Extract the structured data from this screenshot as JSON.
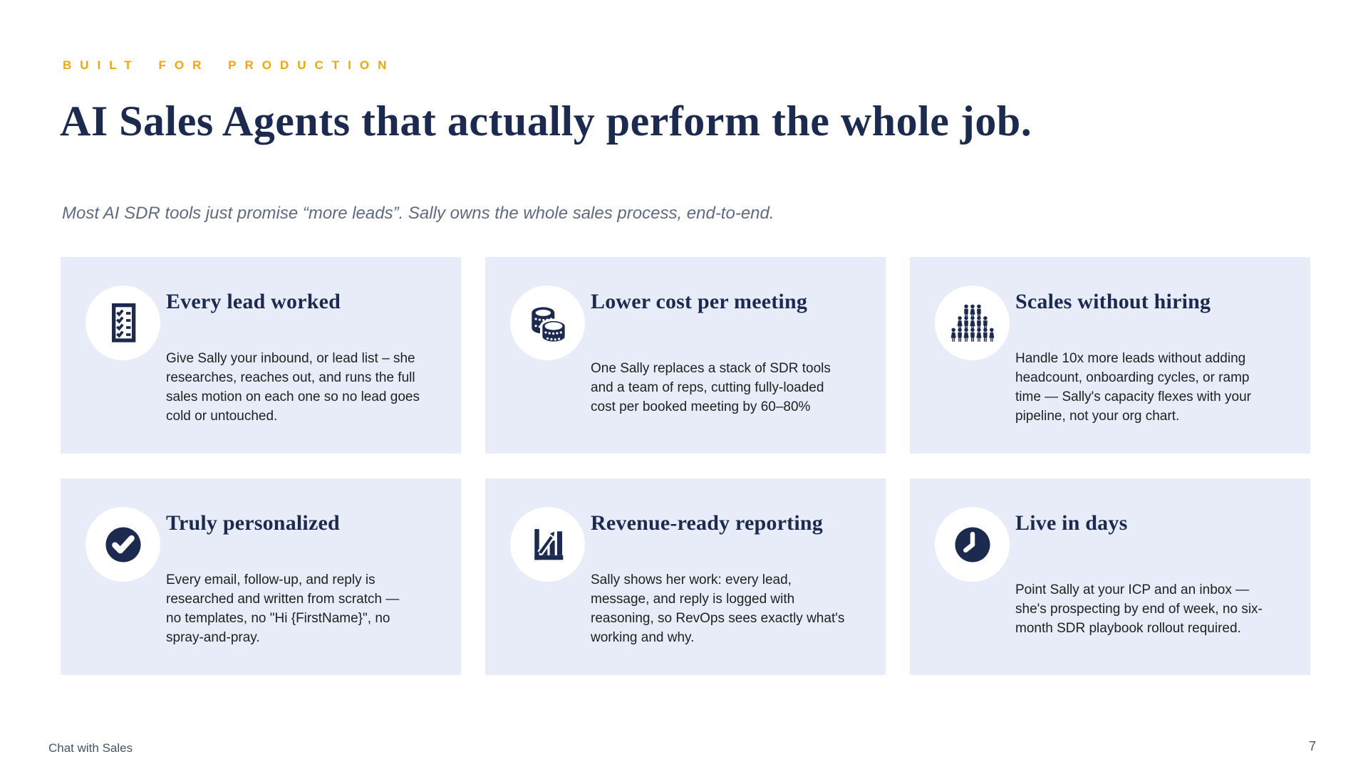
{
  "page": {
    "kicker": "BUILT FOR PRODUCTION",
    "title": "AI Sales Agents that actually perform the whole job.",
    "subtitle": "Most AI SDR tools just promise “more leads”.  Sally owns the whole sales process, end-to-end.",
    "footer_left": "Chat with Sales",
    "page_number": "7"
  },
  "colors": {
    "accent_gold": "#F2A50A",
    "navy": "#1B2A4E",
    "card_background": "#E8ECF8",
    "body_text": "#212121",
    "subtitle_text": "#5C6B80",
    "footer_text": "#44546A"
  },
  "cards": [
    {
      "icon": "checklist-icon",
      "title": "Every lead worked",
      "body": "Give Sally your inbound, or lead list – she\nresearches, reaches out, and runs the full\nsales motion on each one so no lead goes\ncold or untouched."
    },
    {
      "icon": "coins-icon",
      "title": "Lower cost per meeting",
      "body": "One Sally replaces a stack of SDR tools\nand a team of reps, cutting fully-loaded\ncost per booked meeting by 60–80%"
    },
    {
      "icon": "crowd-icon",
      "title": "Scales without hiring",
      "body": "Handle 10x more leads without adding\nheadcount, onboarding cycles, or ramp\ntime — Sally's capacity flexes with your\npipeline, not your org chart."
    },
    {
      "icon": "check-circle-icon",
      "title": "Truly personalized",
      "body": "Every email, follow-up, and reply is\nresearched and written from scratch —\nno templates, no \"Hi {FirstName}\", no\nspray-and-pray."
    },
    {
      "icon": "bar-chart-icon",
      "title": "Revenue-ready reporting",
      "body": "Sally shows her work: every lead,\nmessage, and reply is logged with\nreasoning, so RevOps sees exactly what's\nworking and why."
    },
    {
      "icon": "clock-icon",
      "title": "Live in days",
      "body": "Point Sally at your ICP and an inbox —\nshe's prospecting by end of week, no six-\nmonth SDR playbook rollout required."
    }
  ]
}
